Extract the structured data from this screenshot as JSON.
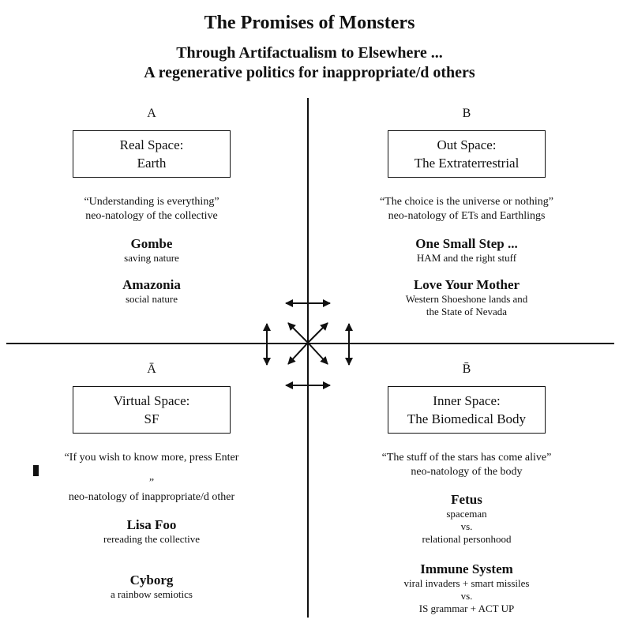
{
  "title": "The Promises of Monsters",
  "subtitle_1": "Through Artifactualism to Elsewhere ...",
  "subtitle_2": "A regenerative politics for inappropriate/d others",
  "quadrants": {
    "a": {
      "letter": "A",
      "box_line1": "Real Space:",
      "box_line2": "Earth",
      "quote": "“Understanding is everything”",
      "quote_sub": "neo-natology of the collective",
      "item1_title": "Gombe",
      "item1_sub": "saving nature",
      "item2_title": "Amazonia",
      "item2_sub": "social nature"
    },
    "b": {
      "letter": "B",
      "box_line1": "Out Space:",
      "box_line2": "The Extraterrestrial",
      "quote": "“The choice is the universe or nothing”",
      "quote_sub": "neo-natology of ETs and Earthlings",
      "item1_title": "One Small Step ...",
      "item1_sub": "HAM and the right stuff",
      "item2_title": "Love Your Mother",
      "item2_sub_1": "Western Shoeshone lands and",
      "item2_sub_2": "the State of Nevada"
    },
    "a_bar": {
      "letter": "Ā",
      "box_line1": "Virtual Space:",
      "box_line2": "SF",
      "quote_pre": "“If you wish to know more, press Enter ",
      "quote_post": " ”",
      "quote_sub": "neo-natology of inappropriate/d other",
      "item1_title": "Lisa Foo",
      "item1_sub": "rereading the collective",
      "item2_title": "Cyborg",
      "item2_sub": "a rainbow semiotics"
    },
    "b_bar": {
      "letter": "B̄",
      "box_line1": "Inner Space:",
      "box_line2": "The Biomedical Body",
      "quote": "“The stuff of the stars has come alive”",
      "quote_sub": "neo-natology of the body",
      "item1_title": "Fetus",
      "item1_sub_1": "spaceman",
      "item1_sub_2": "vs.",
      "item1_sub_3": "relational personhood",
      "item2_title": "Immune System",
      "item2_sub_1": "viral invaders + smart missiles",
      "item2_sub_2": "vs.",
      "item2_sub_3": "IS grammar + ACT UP"
    }
  },
  "colors": {
    "ink": "#111111",
    "background": "#ffffff"
  }
}
